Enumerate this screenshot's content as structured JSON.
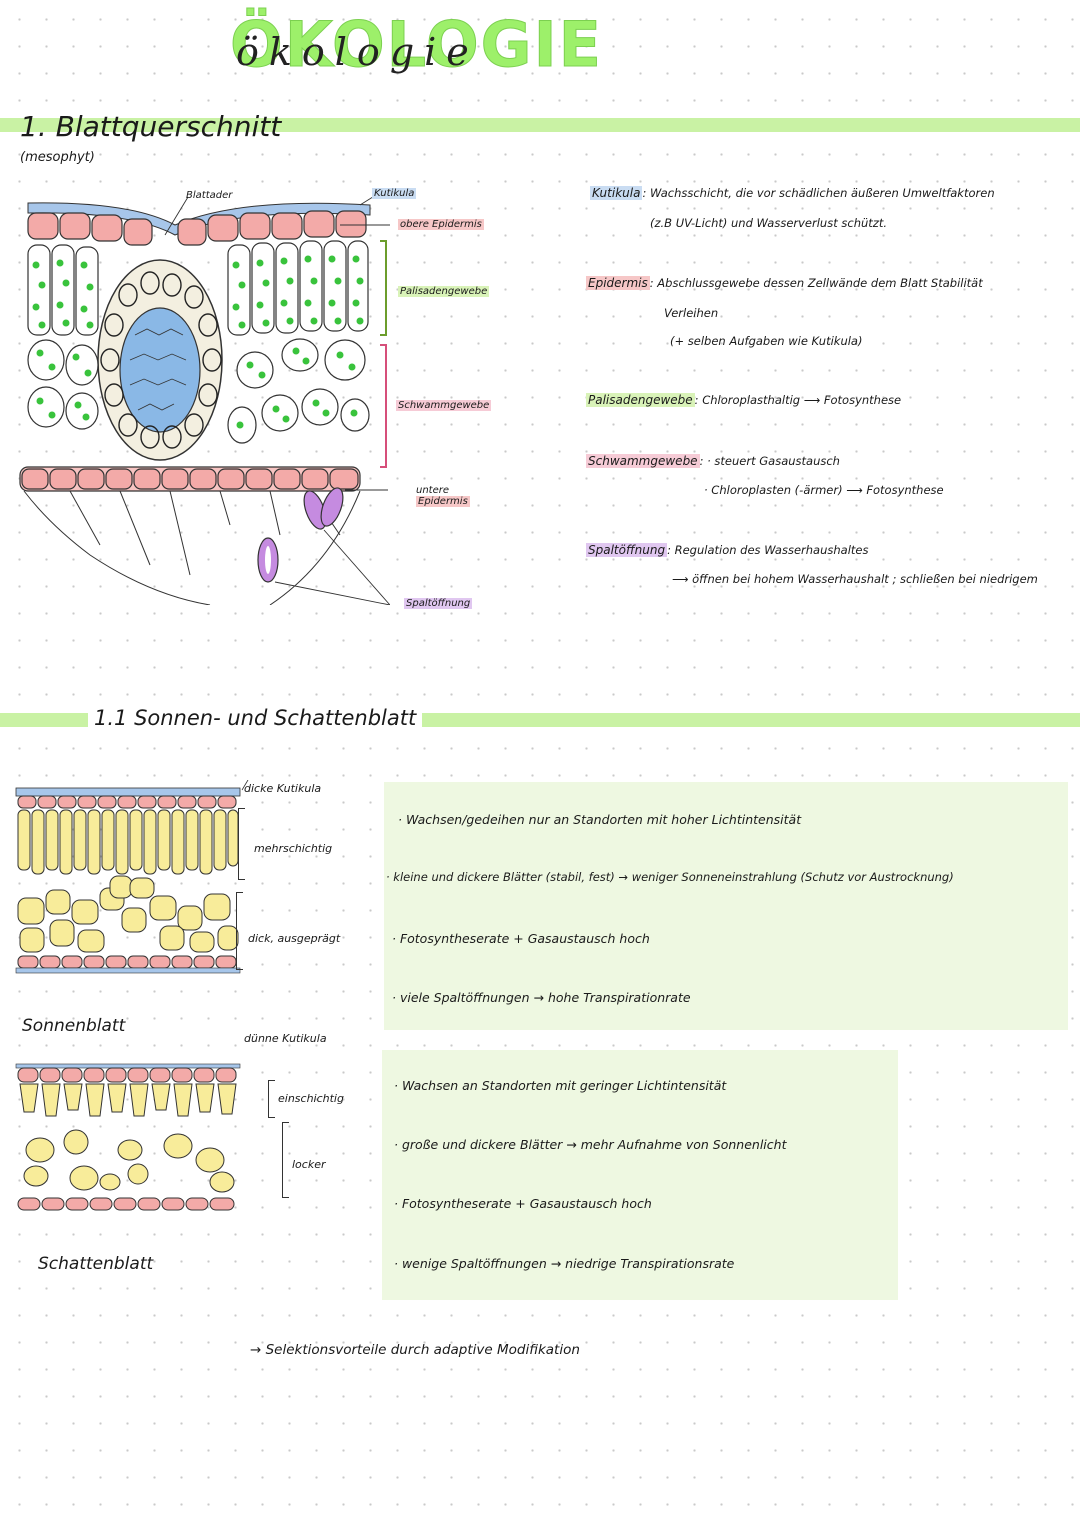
{
  "title": {
    "main": "ÖKOLOGIE",
    "handwritten": "ökologie"
  },
  "section1": {
    "heading": "1. Blattquerschnitt",
    "subheading": "(mesophyt)",
    "diagram_labels": {
      "blattader": "Blattader",
      "kutikula": "Kutikula",
      "obere_epidermis": "obere Epidermis",
      "palisadengewebe": "Palisadengewebe",
      "schwammgewebe": "Schwammgewebe",
      "untere_epidermis_1": "untere",
      "untere_epidermis_2": "Epidermis",
      "spaltoeffnung": "Spaltöffnung"
    },
    "definitions": {
      "kutikula_term": "Kutikula",
      "kutikula_text1": ": Wachsschicht, die vor schädlichen äußeren Umweltfaktoren",
      "kutikula_text2": "(z.B UV-Licht) und Wasserverlust schützt.",
      "epidermis_term": "Epidermis",
      "epidermis_text1": ": Abschlussgewebe dessen Zellwände dem Blatt Stabilität",
      "epidermis_text2": "Verleihen",
      "epidermis_text3": "(+ selben Aufgaben wie Kutikula)",
      "palisaden_term": "Palisadengewebe",
      "palisaden_text": ": Chloroplasthaltig ⟶ Fotosynthese",
      "schwamm_term": "Schwammgewebe",
      "schwamm_text1": ": · steuert Gasaustausch",
      "schwamm_text2": "· Chloroplasten (-ärmer) ⟶ Fotosynthese",
      "spalt_term": "Spaltöffnung",
      "spalt_text1": ": Regulation des Wasserhaushaltes",
      "spalt_text2": "⟶ öffnen bei hohem Wasserhaushalt ; schließen bei niedrigem"
    }
  },
  "section2": {
    "heading": "1.1 Sonnen- und Schattenblatt",
    "sun": {
      "label": "Sonnenblatt",
      "lbl_kutikula": "dicke Kutikula",
      "lbl_palisade": "mehrschichtig",
      "lbl_schwamm": "dick, ausgeprägt",
      "points": [
        "· Wachsen/gedeihen nur an Standorten mit hoher Lichtintensität",
        "· kleine und dickere Blätter (stabil, fest) → weniger Sonneneinstrahlung (Schutz vor Austrocknung)",
        "· Fotosyntheserate + Gasaustausch hoch",
        "· viele Spaltöffnungen → hohe Transpirationrate"
      ]
    },
    "shade": {
      "label": "Schattenblatt",
      "lbl_kutikula": "dünne Kutikula",
      "lbl_palisade": "einschichtig",
      "lbl_schwamm": "locker",
      "points": [
        "· Wachsen an Standorten mit geringer Lichtintensität",
        "· große und dickere Blätter → mehr Aufnahme von Sonnenlicht",
        "· Fotosyntheserate + Gasaustausch hoch",
        "· wenige Spaltöffnungen → niedrige Transpirationsrate"
      ]
    },
    "conclusion": "→ Selektionsvorteile durch adaptive Modifikation"
  },
  "colors": {
    "accent_green": "#c9f2a4",
    "title_green": "#9df06a",
    "panel_bg": "#eef8e1",
    "cuticle_blue": "#9cc0e6",
    "epidermis_red": "#f2a8a8",
    "chloroplast": "#3cc53c",
    "stomata": "#c58be0",
    "cell_yellow": "#f8ec9a"
  }
}
